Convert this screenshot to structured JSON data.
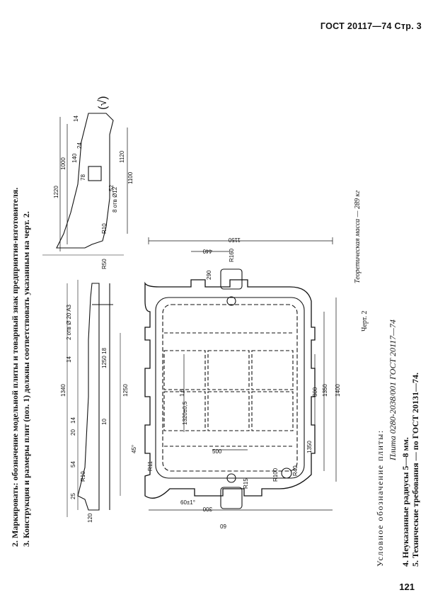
{
  "header": {
    "text": "ГОСТ 20117—74 Стр. 3"
  },
  "page_number": "121",
  "notes": [
    "2. Маркировать: обозначение модельной плиты и товарный знак предприятия-изготовителя.",
    "3. Конструкция и размеры плит (поз. 1) должны соответствовать указанным на черт. 2."
  ],
  "designation": {
    "heading": "Условное обозначение плиты:",
    "value": "Плита 0280-2038/001 ГОСТ 20117—74"
  },
  "footnotes": [
    "4. Неуказанные радиусы 5—8 мм.",
    "5. Технические требования — по ГОСТ 20131—74."
  ],
  "mass_note": "Теоретическая масса — 289 кг",
  "chert_label": "Черт. 2",
  "roughness": "(√)",
  "dims_plan": [
    "1150",
    "440",
    "1400",
    "1350",
    "800",
    "1350",
    "1320±0,5",
    "500",
    "300",
    "60",
    "290",
    "R15",
    "R11",
    "R100",
    "R40",
    "R160",
    "45°",
    "60±1°",
    "1,5"
  ],
  "dims_top_section": [
    "1220",
    "1100",
    "1000",
    "1120",
    "14",
    "24",
    "140",
    "78",
    "52",
    "R10",
    "R50",
    "8 отв Ø12"
  ],
  "dims_bottom_section": [
    "1340",
    "1250",
    "1250",
    "25",
    "54",
    "20",
    "14",
    "18",
    "10",
    "14",
    "R10",
    "120",
    "2 отв Ø 20 A3"
  ]
}
